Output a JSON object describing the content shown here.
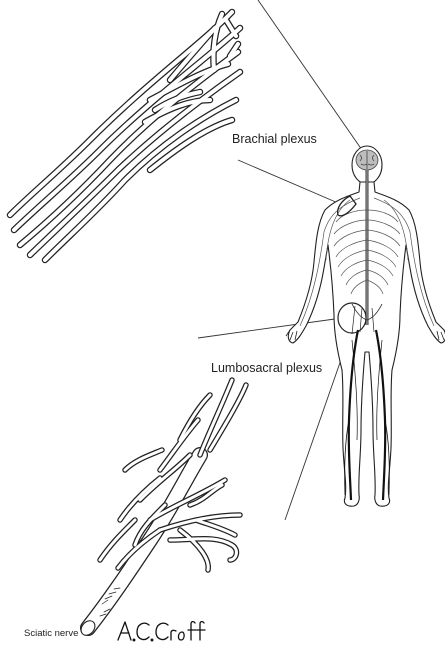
{
  "labels": {
    "brachial_plexus": "Brachial plexus",
    "lumbosacral_plexus": "Lumbosacral plexus",
    "sciatic_nerve": "Sciatic nerve"
  },
  "signature": "A.C.Croft",
  "colors": {
    "line": "#222222",
    "background": "#ffffff",
    "body_fill": "#ffffff",
    "spine": "#3a3a3a"
  }
}
